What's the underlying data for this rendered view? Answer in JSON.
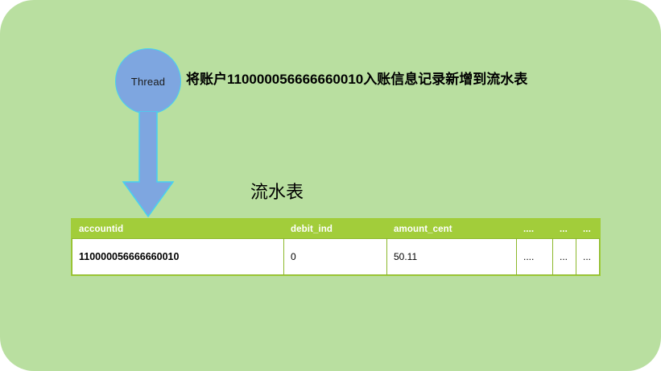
{
  "diagram": {
    "background_color": "#b9dfa0",
    "node": {
      "label": "Thread",
      "shape": "circle",
      "fill_color": "#7ea6e0",
      "stroke_color": "#46d2f0"
    },
    "arrow": {
      "direction": "down",
      "fill_color": "#7ea6e0",
      "stroke_color": "#46d2f0",
      "icon_name": "arrow-down-icon"
    },
    "message": "将账户110000056666660010入账信息记录新增到流水表",
    "table_title": "流水表",
    "table": {
      "header_color": "#a2cd3a",
      "header_text_color": "#ffffff",
      "border_color": "#8cb82b",
      "columns": [
        "accountid",
        "debit_ind",
        "amount_cent",
        "....",
        "...",
        "..."
      ],
      "rows": [
        [
          "110000056666660010",
          "0",
          "50.11",
          "....",
          "...",
          "..."
        ]
      ]
    }
  }
}
